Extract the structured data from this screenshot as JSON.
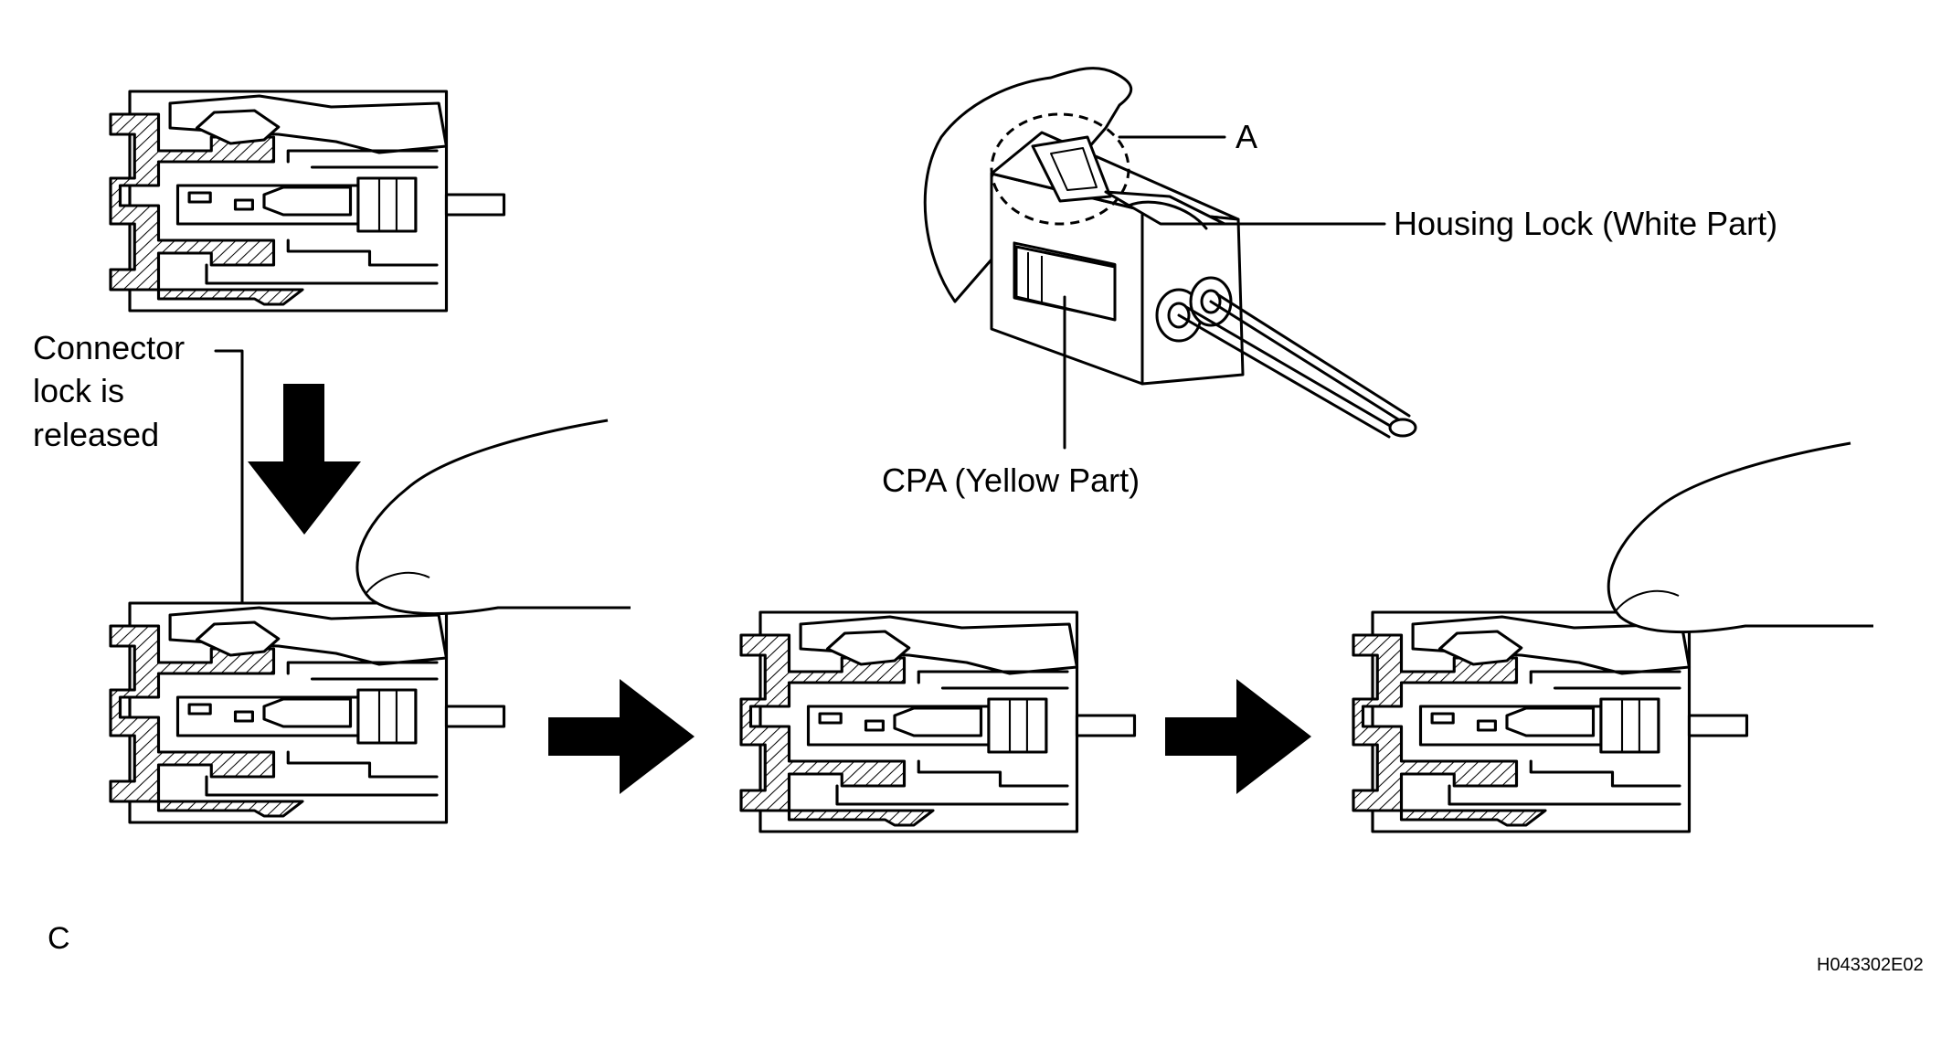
{
  "labels": {
    "connector_lock_line1": "Connector",
    "connector_lock_line2": "lock is",
    "connector_lock_line3": "released",
    "callout_a": "A",
    "housing_lock": "Housing Lock (White Part)",
    "cpa": "CPA (Yellow Part)",
    "panel_letter": "C",
    "figure_code": "H043302E02"
  },
  "icons": [
    "connector-cross-section",
    "connector-isometric",
    "finger",
    "arrow-down",
    "arrow-right"
  ]
}
